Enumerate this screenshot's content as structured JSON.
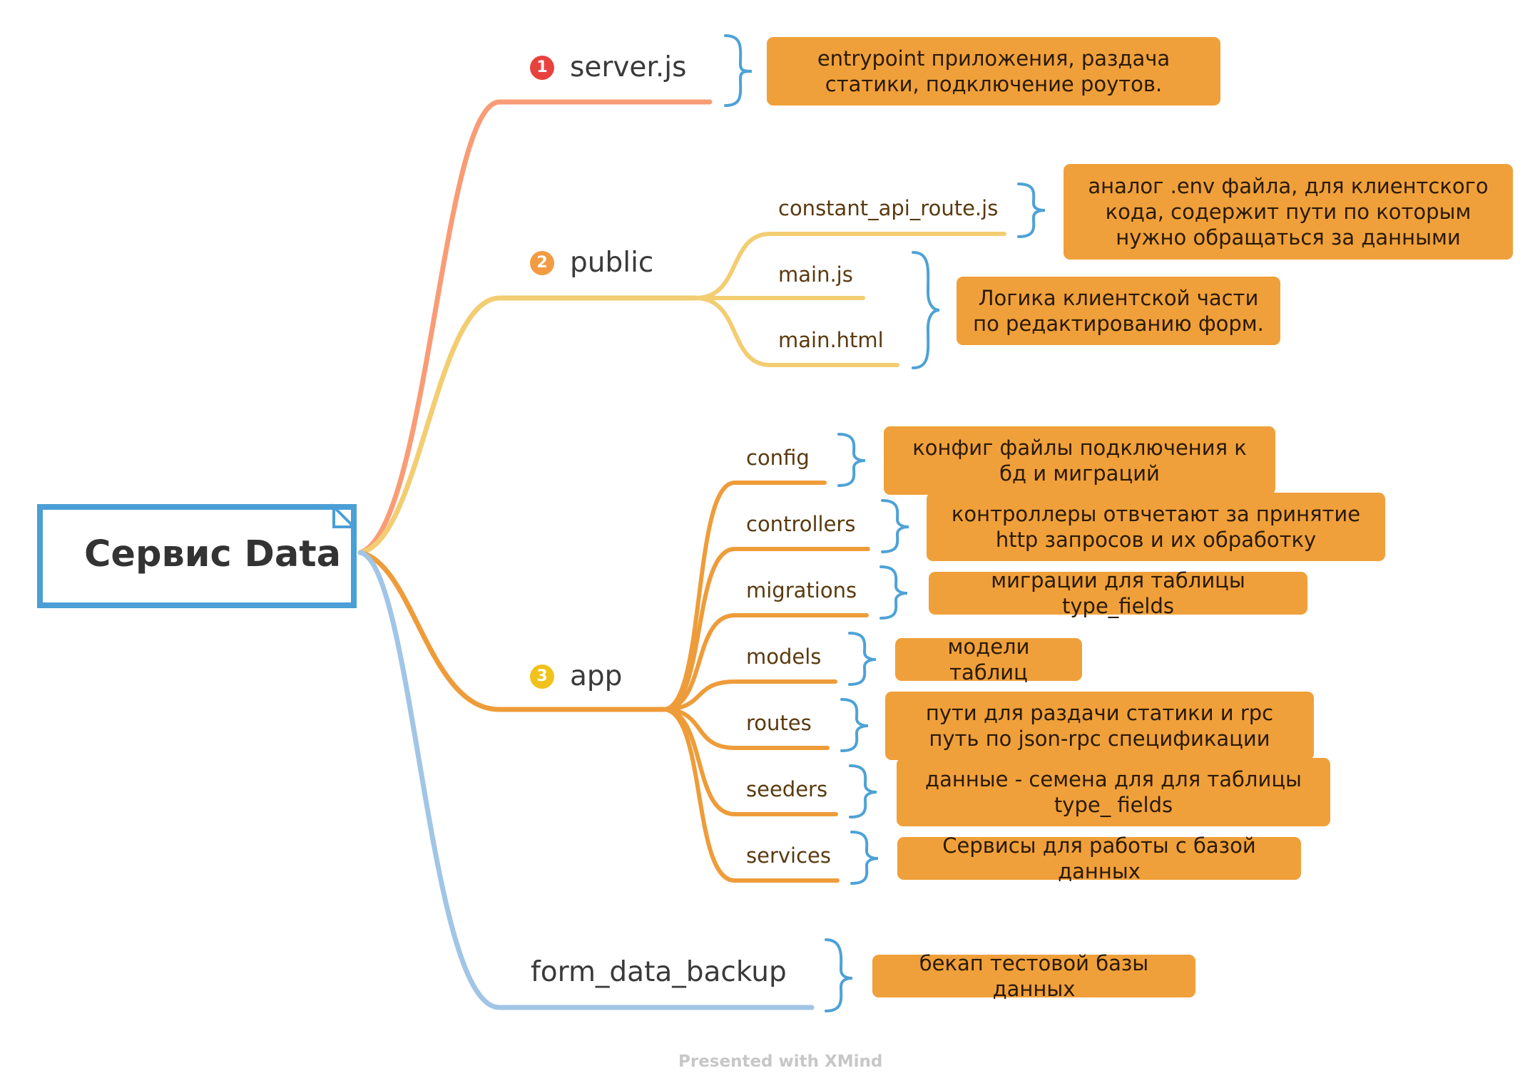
{
  "root": {
    "label": "Сервис Data"
  },
  "branches": {
    "server": {
      "label": "server.js",
      "badge": "1",
      "note": "entrypoint приложения, раздача статики, подключение роутов."
    },
    "public": {
      "label": "public",
      "badge": "2",
      "children": [
        "constant_api_route.js",
        "main.js",
        "main.html"
      ],
      "notes": {
        "constant": "аналог .env файла, для клиентского кода, содержит пути по которым нужно обращаться за данными",
        "main": "Логика клиентской части по редактированию форм."
      }
    },
    "app": {
      "label": "app",
      "badge": "3",
      "children": [
        {
          "label": "config",
          "note": "конфиг файлы подключения к бд и миграций"
        },
        {
          "label": "controllers",
          "note": "контроллеры отвчетают за принятие http запросов и их обработку"
        },
        {
          "label": "migrations",
          "note": "миграции для таблицы type_fields"
        },
        {
          "label": "models",
          "note": "модели таблиц"
        },
        {
          "label": "routes",
          "note": "пути для раздачи статики и rpc путь по json-rpc спецификации"
        },
        {
          "label": "seeders",
          "note": "данные - семена для для таблицы type_ fields"
        },
        {
          "label": "services",
          "note": "Сервисы для работы с базой данных"
        }
      ]
    },
    "backup": {
      "label": "form_data_backup",
      "note": "бекап тестовой базы данных"
    }
  },
  "footer": "Presented with XMind",
  "colors": {
    "server": "#f99c76",
    "public": "#f3cd72",
    "app": "#ee9c3a",
    "backup": "#a1c5e6",
    "bracket": "#4ea2d6",
    "note": "#f0a03a",
    "root_border": "#4a9fd6",
    "badge1": "#e8423e",
    "badge2": "#f29b43",
    "badge3": "#f1c21b"
  }
}
